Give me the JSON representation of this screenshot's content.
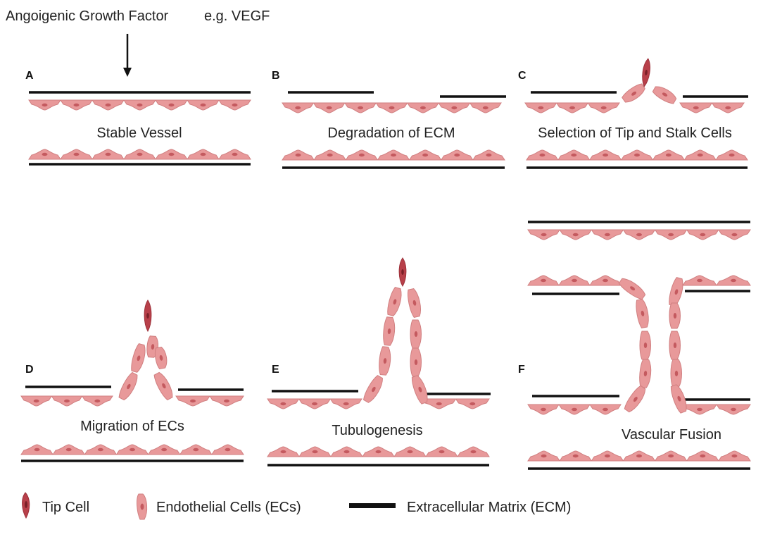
{
  "header": {
    "growth_factor_label": "Angoigenic Growth Factor",
    "example_label": "e.g. VEGF"
  },
  "panels": [
    {
      "letter": "A",
      "caption": "Stable Vessel"
    },
    {
      "letter": "B",
      "caption": "Degradation of ECM"
    },
    {
      "letter": "C",
      "caption": "Selection of Tip and Stalk Cells"
    },
    {
      "letter": "D",
      "caption": "Migration of ECs"
    },
    {
      "letter": "E",
      "caption": "Tubulogenesis"
    },
    {
      "letter": "F",
      "caption": "Vascular Fusion"
    }
  ],
  "legend": {
    "tip_cell": "Tip Cell",
    "endothelial_cells": "Endothelial Cells (ECs)",
    "ecm": "Extracellular Matrix (ECM)"
  },
  "colors": {
    "cell_fill": "#e8999a",
    "cell_stroke": "#d07f80",
    "nucleus": "#c45a5f",
    "tip_cell": "#b8404a",
    "ecm": "#111111",
    "text": "#222222"
  }
}
